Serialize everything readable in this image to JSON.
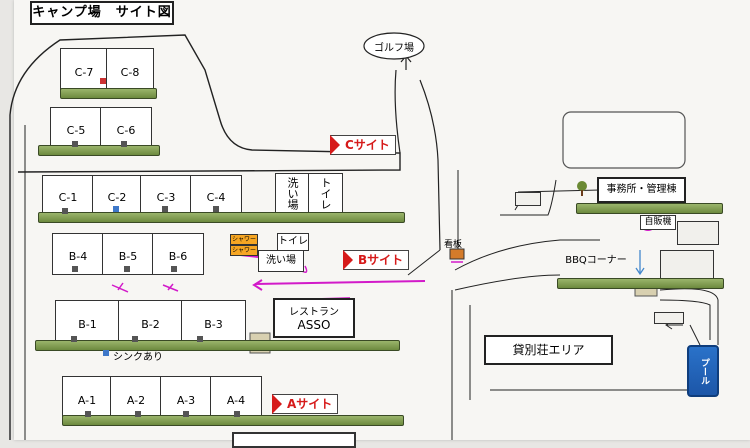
{
  "title": "キャンプ場　サイト図",
  "c_row_top": [
    "C-7",
    "C-8"
  ],
  "c_row_mid": [
    "C-5",
    "C-6"
  ],
  "c_row_main": [
    "C-1",
    "C-2",
    "C-3",
    "C-4"
  ],
  "b_row_upper": [
    "B-4",
    "B-5",
    "B-6"
  ],
  "b_row_lower": [
    "B-1",
    "B-2",
    "B-3"
  ],
  "a_row": [
    "A-1",
    "A-2",
    "A-3",
    "A-4"
  ],
  "signs": {
    "c_site": "Cサイト",
    "b_site": "Bサイト",
    "a_site": "Aサイト"
  },
  "facilities": {
    "golf": "ゴルフ場",
    "washroom_c": "洗い場",
    "toilet_c": "トイレ",
    "toilet_b": "トイレ",
    "washroom_b": "洗い場",
    "shower_1": "シャワー室",
    "shower_2": "シャワー室",
    "restaurant_line1": "レストラン",
    "restaurant_line2": "ASSO",
    "sink": "シンクあり",
    "signboard": "看板",
    "office": "事務所・管理棟",
    "vending": "自販機",
    "bbq": "BBQコーナー",
    "cottage_area": "貸別荘エリア",
    "pool": "プール"
  },
  "colors": {
    "site_sign_red": "#d61a1a",
    "marker_magenta": "#d21ac9",
    "grass_green": "#7f9c4d",
    "pool_blue": "#1c56a8",
    "shower_orange": "#f6a623"
  }
}
